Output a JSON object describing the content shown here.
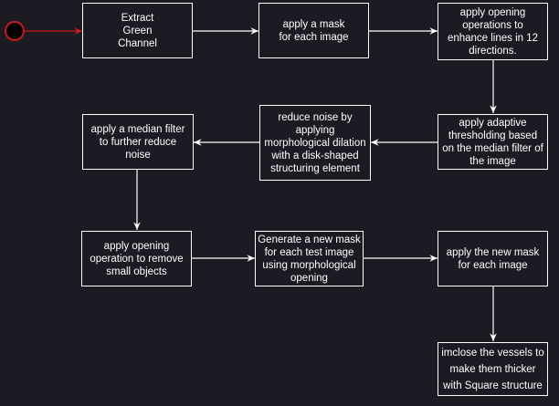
{
  "diagram": {
    "nodes": [
      {
        "id": "n1",
        "text": "Extract\nGreen\nChannel"
      },
      {
        "id": "n2",
        "text": "apply a mask\nfor each image"
      },
      {
        "id": "n3",
        "text": "apply opening\noperations to\nenhance lines in 12\ndirections."
      },
      {
        "id": "n4",
        "text": "apply adaptive\nthresholding based\non the median filter of\nthe image"
      },
      {
        "id": "n5",
        "text": "reduce noise by\napplying\nmorphological dilation\nwith a disk-shaped\nstructuring element"
      },
      {
        "id": "n6",
        "text": "apply a median filter\nto further reduce\nnoise"
      },
      {
        "id": "n7",
        "text": "apply opening\noperation to remove\nsmall objects"
      },
      {
        "id": "n8",
        "text": "Generate a new mask\nfor each test image\nusing morphological\nopening"
      },
      {
        "id": "n9",
        "text": "apply the new mask\nfor each image"
      },
      {
        "id": "n10",
        "text": "imclose the vessels to\nmake them thicker\nwith Square structure"
      }
    ],
    "edges": [
      {
        "from": "start",
        "to": "n1"
      },
      {
        "from": "n1",
        "to": "n2"
      },
      {
        "from": "n2",
        "to": "n3"
      },
      {
        "from": "n3",
        "to": "n4"
      },
      {
        "from": "n4",
        "to": "n5"
      },
      {
        "from": "n5",
        "to": "n6"
      },
      {
        "from": "n6",
        "to": "n7"
      },
      {
        "from": "n7",
        "to": "n8"
      },
      {
        "from": "n8",
        "to": "n9"
      },
      {
        "from": "n9",
        "to": "n10"
      }
    ],
    "colors": {
      "background": "#1c1a22",
      "node_border": "#ffffff",
      "text": "#ffffff",
      "start_edge": "#cc1b1b",
      "edge": "#ffffff"
    }
  }
}
